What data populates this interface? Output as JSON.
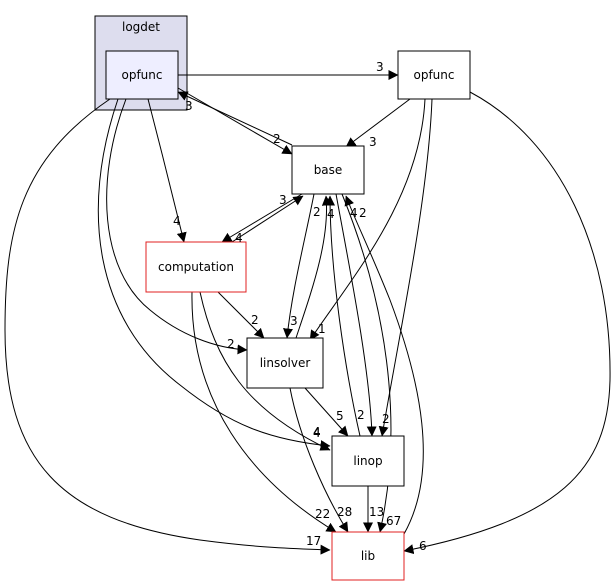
{
  "cluster": {
    "label": "logdet"
  },
  "nodes": {
    "opfunc_inner": {
      "label": "opfunc",
      "fill": "#eeeeff",
      "stroke": "#000000"
    },
    "opfunc_outer": {
      "label": "opfunc",
      "fill": "#ffffff",
      "stroke": "#000000"
    },
    "base": {
      "label": "base",
      "fill": "#ffffff",
      "stroke": "#000000"
    },
    "computation": {
      "label": "computation",
      "fill": "#ffffff",
      "stroke": "#e02020"
    },
    "linsolver": {
      "label": "linsolver",
      "fill": "#ffffff",
      "stroke": "#000000"
    },
    "linop": {
      "label": "linop",
      "fill": "#ffffff",
      "stroke": "#000000"
    },
    "lib": {
      "label": "lib",
      "fill": "#ffffff",
      "stroke": "#e02020"
    }
  },
  "edge_labels": {
    "opfunc_inner_to_opfunc": "3",
    "opfunc_inner_to_base": "2",
    "base_to_opfunc_inner": "3",
    "opfunc_inner_to_computation": "4",
    "opfunc_inner_to_linsolver": "2",
    "opfunc_inner_to_linop": "4",
    "opfunc_inner_to_lib": "17",
    "opfunc_to_base": "3",
    "opfunc_to_linsolver": "1",
    "opfunc_to_linop": "2",
    "opfunc_to_lib": "6",
    "base_to_computation": "4",
    "computation_to_base": "3",
    "base_to_linsolver": "3",
    "linsolver_to_base": "2",
    "base_to_linop": "2",
    "linop_to_base": "4",
    "base_to_lib": "4",
    "lib_to_base": "2",
    "computation_to_linsolver": "2",
    "computation_to_linop": "4",
    "computation_to_lib": "22",
    "linsolver_to_linop": "5",
    "linsolver_to_lib": "28",
    "linop_to_lib": "13",
    "lib_lower_label": "67"
  },
  "colors": {
    "cluster_fill": "#ddddee",
    "cluster_stroke": "#000000",
    "edge": "#000000"
  }
}
